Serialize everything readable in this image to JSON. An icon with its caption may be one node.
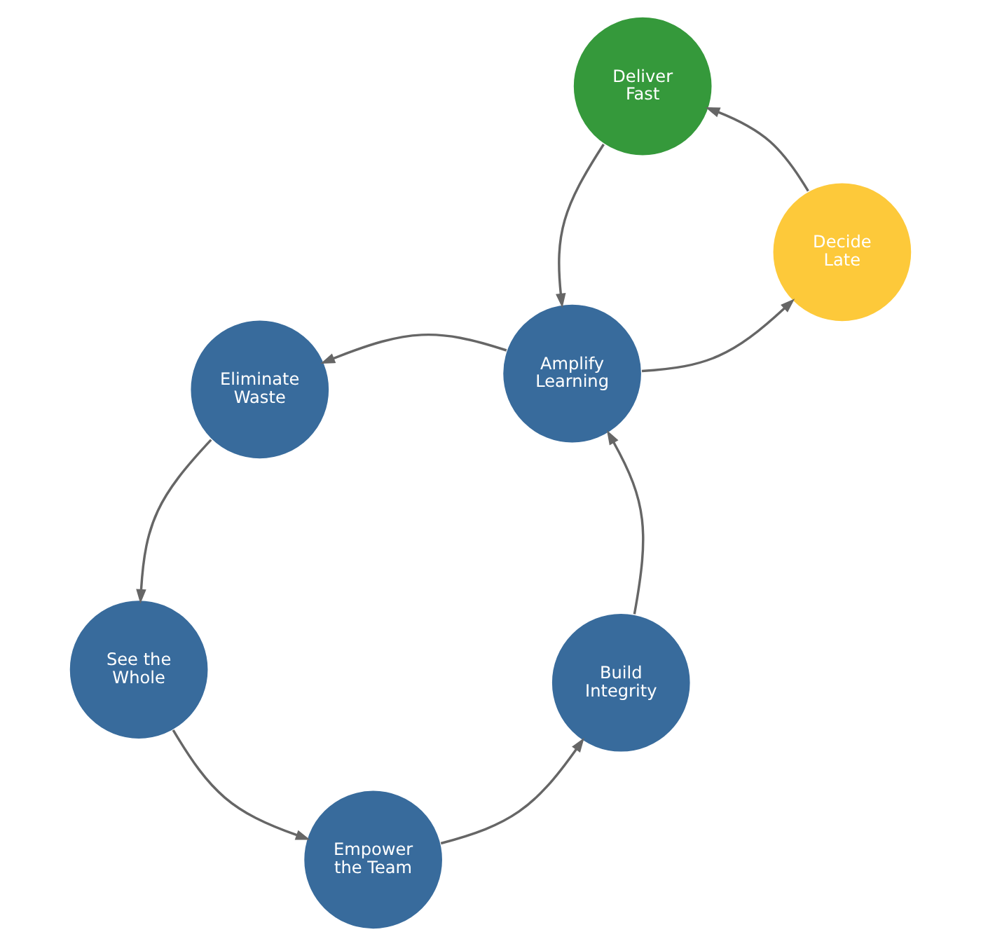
{
  "diagram": {
    "nodes": [
      {
        "text": [
          "Empower the Team"
        ]
      },
      {
        "text": [
          "Build Integrity"
        ]
      },
      {
        "text": [
          "Decide Late"
        ]
      },
      {
        "text": [
          "Deliver Fast"
        ]
      },
      {
        "text": [
          "Amplify Learning"
        ]
      },
      {
        "text": [
          "Eliminate Waste"
        ]
      },
      {
        "text": [
          "See the Whole"
        ]
      }
    ],
    "edges": [
      {
        "from": 0,
        "to": 1,
        "arrow": "to"
      },
      {
        "from": 1,
        "to": 4,
        "arrow": "to"
      },
      {
        "from": 4,
        "to": 5,
        "arrow": "to"
      },
      {
        "from": 5,
        "to": 6,
        "arrow": "to"
      },
      {
        "from": 6,
        "to": 0,
        "arrow": "to"
      },
      {
        "from": 4,
        "to": 2,
        "arrow": "to"
      },
      {
        "from": 2,
        "to": 3,
        "arrow": "to"
      },
      {
        "from": 3,
        "to": 4,
        "arrow": "to"
      }
    ]
  }
}
